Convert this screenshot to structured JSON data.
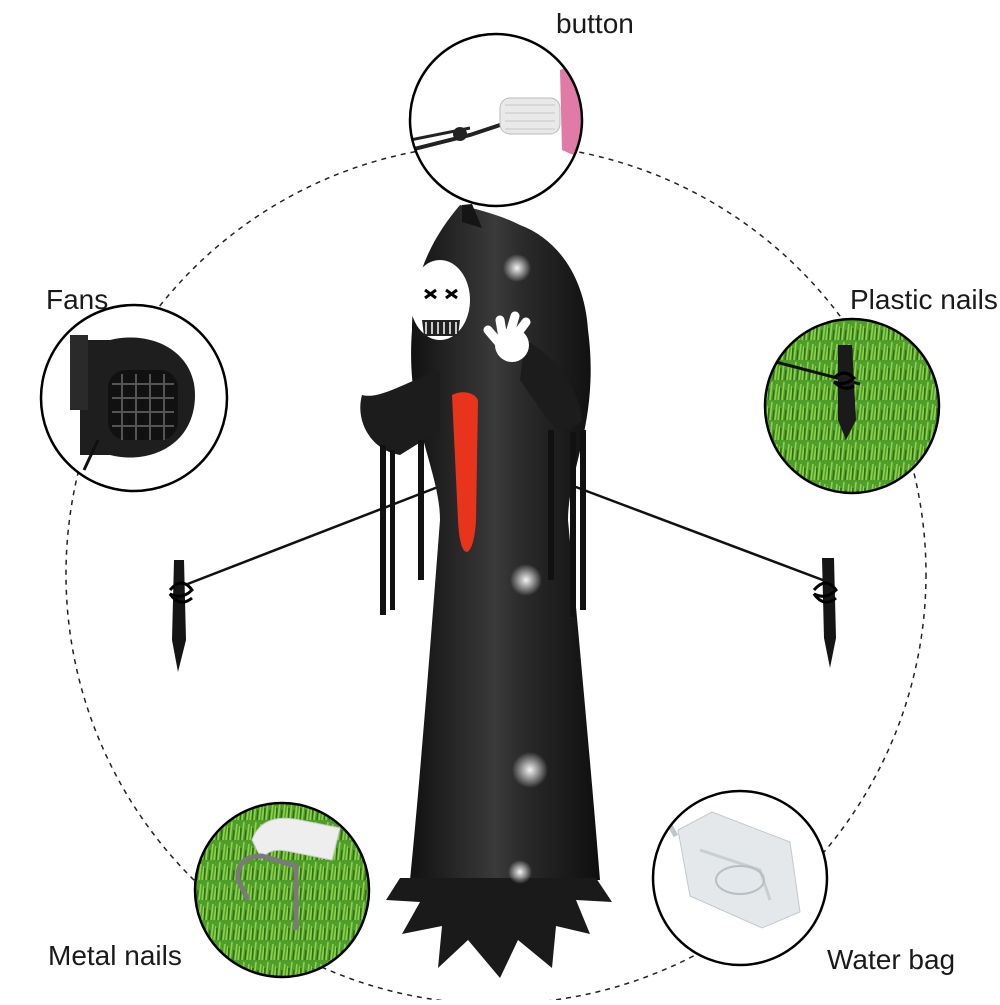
{
  "labels": {
    "button": "button",
    "fans": "Fans",
    "plastic_nails": "Plastic nails",
    "metal_nails": "Metal nails",
    "water_bag": "Water bag"
  },
  "colors": {
    "robe": "#1c1c1c",
    "tongue": "#e8341c",
    "grass": "#4a9a2a",
    "outline": "#000000"
  }
}
